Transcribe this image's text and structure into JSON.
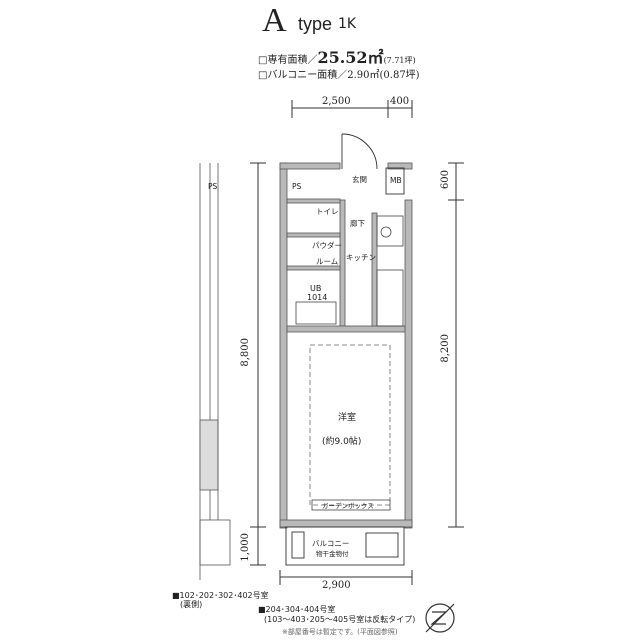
{
  "header": {
    "type_letter": "A",
    "type_word": "type",
    "layout": "1K"
  },
  "area": {
    "exclusive_label": "□専有面積／",
    "exclusive_value": "25.52㎡",
    "exclusive_tsubo": "(7.71坪)",
    "balcony_text": "□バルコニー面積／2.90㎡(0.87坪)"
  },
  "dimensions": {
    "top_main": "2,500",
    "top_side": "400",
    "left_total": "8,800",
    "left_balcony": "1,000",
    "right_total": "8,200",
    "right_top": "600",
    "bottom": "2,900"
  },
  "rooms": {
    "genkan": "玄関",
    "mb": "MB",
    "ps": "PS",
    "toilet": "トイレ",
    "rouka": "廊下",
    "powder_1": "パウダー",
    "powder_2": "ルーム",
    "kitchen": "キッチン",
    "ub_1": "UB",
    "ub_2": "1014",
    "youshitsu": "洋室",
    "youshitsu_size": "(約9.0帖)",
    "garden_box": "ガーデンボックス",
    "balcony": "バルコニー",
    "balcony_sub": "物干金物付"
  },
  "notes": {
    "left_units": "■102･202･302･402号室",
    "left_units_sub": "(裏側)",
    "right_units": "■204･304･404号室",
    "right_units_sub": "(103～403･205～405号室は反転タイプ)",
    "disclaimer": "※部屋番号は暫定です。(平面図参照)"
  },
  "colors": {
    "wall": "#b9b9b9",
    "line": "#333333"
  }
}
